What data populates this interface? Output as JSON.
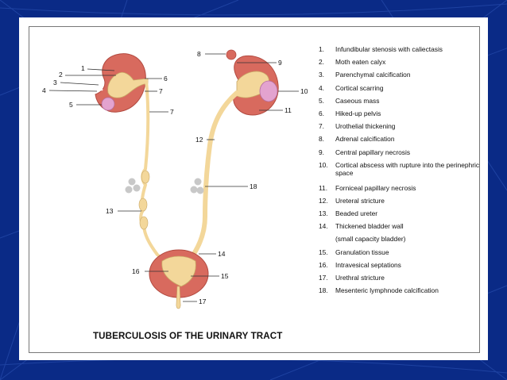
{
  "slide": {
    "title": "TUBERCULOSIS OF THE URINARY TRACT",
    "colors": {
      "background": "#0a2a86",
      "kidney": "#d86a5e",
      "pelvis": "#f3d79a",
      "caseous": "#e3a3cf",
      "node": "#c8c8c8"
    }
  },
  "diagram_labels": [
    "1",
    "2",
    "3",
    "4",
    "5",
    "6",
    "7",
    "7",
    "8",
    "9",
    "10",
    "11",
    "12",
    "13",
    "14",
    "15",
    "16",
    "17",
    "18"
  ],
  "legend": [
    {
      "num": "1.",
      "text": "Infundibular stenosis with caliectasis"
    },
    {
      "num": "2.",
      "text": "Moth eaten calyx"
    },
    {
      "num": "3.",
      "text": "Parenchymal calcification"
    },
    {
      "num": "4.",
      "text": "Cortical scarring"
    },
    {
      "num": "5.",
      "text": "Caseous mass"
    },
    {
      "num": "6.",
      "text": "Hiked-up pelvis"
    },
    {
      "num": "7.",
      "text": "Urothelial thickening"
    },
    {
      "num": "8.",
      "text": "Adrenal calcification"
    },
    {
      "num": "9.",
      "text": "Central papillary necrosis"
    },
    {
      "num": "10.",
      "text": "Cortical abscess with rupture into the perinephric space"
    },
    {
      "num": "11.",
      "text": "Forniceal papillary necrosis"
    },
    {
      "num": "12.",
      "text": "Ureteral stricture"
    },
    {
      "num": "13.",
      "text": "Beaded ureter"
    },
    {
      "num": "14.",
      "text": "Thickened bladder wall"
    },
    {
      "num": "",
      "text": "(small capacity bladder)"
    },
    {
      "num": "15.",
      "text": "Granulation tissue"
    },
    {
      "num": "16.",
      "text": "Intravesical septations"
    },
    {
      "num": "17.",
      "text": "Urethral stricture"
    },
    {
      "num": "18.",
      "text": "Mesenteric lymphnode calcification"
    }
  ]
}
